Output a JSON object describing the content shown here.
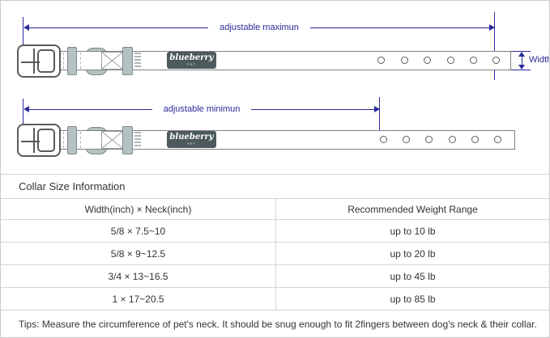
{
  "diagram": {
    "annotation_color": "#2b2b9b",
    "max_label": "adjustable maximun",
    "min_label": "adjustable minimun",
    "width_label": "Width",
    "brand_name": "blueberry",
    "brand_sub": "PET",
    "holes_per_collar": 6,
    "colors": {
      "tag_bg": "#4c5a5c",
      "hardware": "#b6c2c2",
      "hardware_border": "#7c8888"
    }
  },
  "size_table": {
    "title": "Collar Size Information",
    "columns": [
      "Width(inch)  ×  Neck(inch)",
      "Recommended Weight Range"
    ],
    "rows": [
      {
        "size": "5/8 × 7.5~10",
        "weight": "up to 10 lb"
      },
      {
        "size": "5/8 × 9~12.5",
        "weight": "up to 20 lb"
      },
      {
        "size": "3/4 × 13~16.5",
        "weight": "up to 45 lb"
      },
      {
        "size": "1 × 17~20.5",
        "weight": "up to 85 lb"
      }
    ],
    "tips": "Tips: Measure the circumference of pet's neck. It should be snug enough to fit 2fingers between dog's neck & their collar."
  }
}
